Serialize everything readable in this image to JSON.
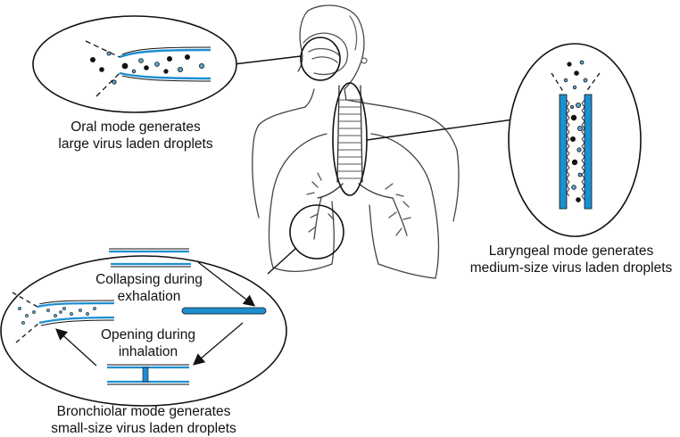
{
  "labels": {
    "oral": {
      "line1": "Oral mode generates",
      "line2": "large virus laden droplets"
    },
    "laryngeal": {
      "line1": "Laryngeal mode generates",
      "line2": "medium-size virus laden droplets"
    },
    "bronchiolar": {
      "line1": "Bronchiolar mode generates",
      "line2": "small-size virus laden droplets"
    },
    "collapsing": {
      "line1": "Collapsing during",
      "line2": "exhalation"
    },
    "opening": {
      "line1": "Opening during",
      "line2": "inhalation"
    }
  },
  "colors": {
    "airway_blue": "#1d8fd0",
    "droplet_light": "#5ba6cf",
    "droplet_dark": "#111111",
    "outline": "#111111",
    "anatomy_line": "#444444"
  },
  "icons": {
    "body": "human-torso-line-art",
    "droplet": "virus-droplet"
  }
}
